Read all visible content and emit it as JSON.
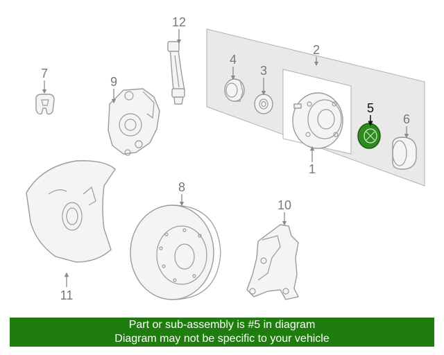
{
  "callouts": {
    "c1": "1",
    "c2": "2",
    "c3": "3",
    "c4": "4",
    "c5": "5",
    "c6": "6",
    "c7": "7",
    "c8": "8",
    "c9": "9",
    "c10": "10",
    "c11": "11",
    "c12": "12"
  },
  "highlight": {
    "part_number": "5",
    "fill_color": "#2d8a1f"
  },
  "banner": {
    "line1": "Part or sub-assembly is #5 in diagram",
    "line2": "Diagram may not be specific to your vehicle",
    "background": "#1f7d10",
    "text_color": "#ffffff"
  }
}
